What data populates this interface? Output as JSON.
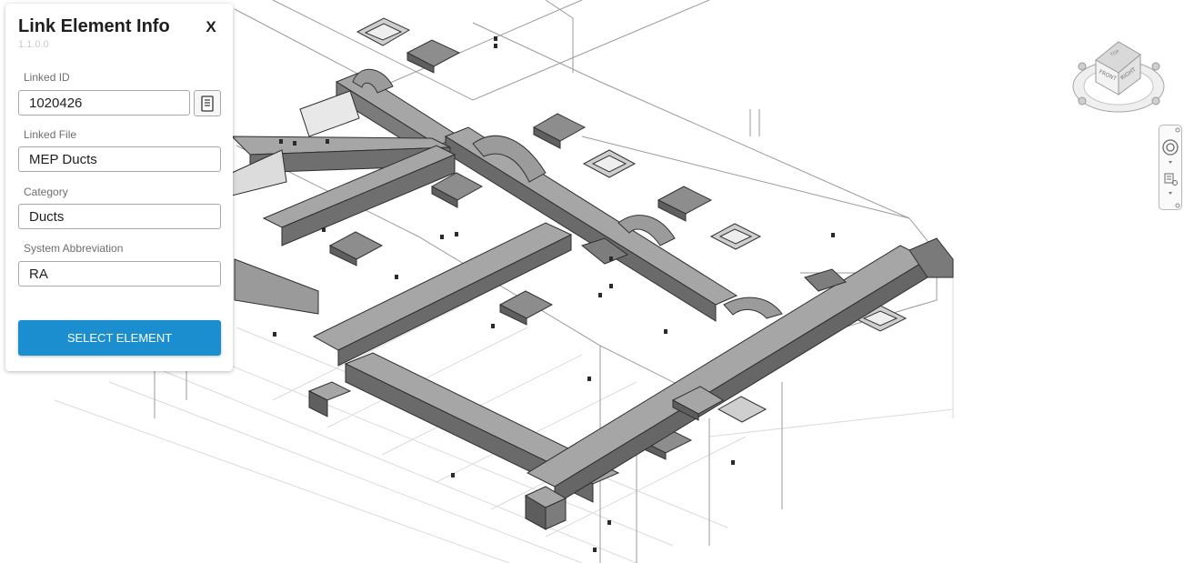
{
  "panel": {
    "title": "Link Element Info",
    "version": "1.1.0.0",
    "close_label": "X",
    "fields": {
      "linked_id": {
        "label": "Linked ID",
        "value": "1020426"
      },
      "linked_file": {
        "label": "Linked File",
        "value": "MEP Ducts"
      },
      "category": {
        "label": "Category",
        "value": "Ducts"
      },
      "system_abbreviation": {
        "label": "System Abbreviation",
        "value": "RA"
      }
    },
    "select_button_label": "SELECT ELEMENT",
    "copy_icon": "clipboard-icon"
  },
  "view_cube": {
    "faces": {
      "top": "TOP",
      "front": "FRONT",
      "right": "RIGHT"
    }
  },
  "nav_bar": {
    "icons": [
      "full-navigation-wheel-icon",
      "dropdown-arrow-icon",
      "zoom-window-icon",
      "dropdown-arrow-icon"
    ]
  },
  "colors": {
    "accent": "#1b8ed0",
    "duct_face": "#8a8a8a",
    "duct_top": "#a6a6a6",
    "duct_dark": "#5d5d5d"
  }
}
